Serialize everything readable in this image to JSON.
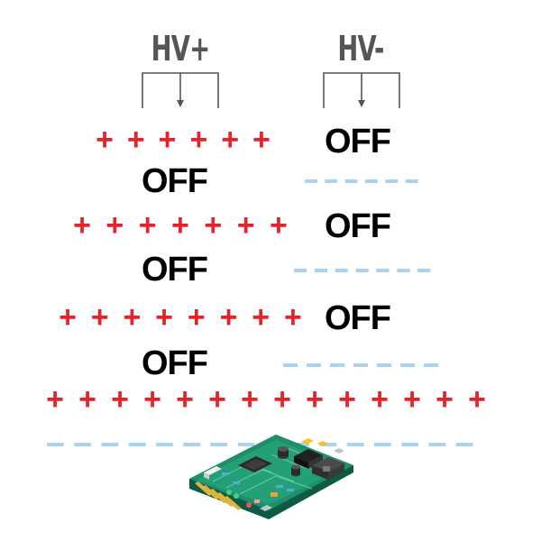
{
  "labels": {
    "hv_plus": "HV+",
    "hv_minus": "HV-"
  },
  "rows": [
    {
      "plus_count": 6,
      "plus_symbol": "+",
      "hvminus_text": "OFF"
    },
    {
      "hvplus_text": "OFF",
      "dash_count": 6
    },
    {
      "plus_count": 7,
      "plus_symbol": "+",
      "hvminus_text": "OFF"
    },
    {
      "hvplus_text": "OFF",
      "dash_count": 7
    },
    {
      "plus_count": 8,
      "plus_symbol": "+",
      "hvminus_text": "OFF"
    },
    {
      "hvplus_text": "OFF",
      "dash_count": 7
    },
    {
      "plus_count": 14,
      "plus_symbol": "+"
    },
    {
      "dash_count": 16
    }
  ],
  "colors": {
    "plus": "#e3242b",
    "dash": "#a9d2f3",
    "label": "#555555",
    "off_text": "#000000",
    "bracket": "#555555"
  },
  "icons": {
    "board": "circuit-board-icon"
  }
}
